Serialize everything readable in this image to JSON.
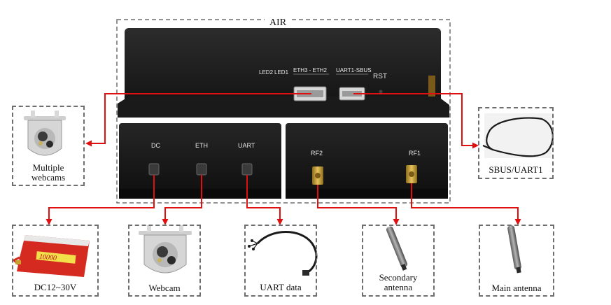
{
  "title": "AIR",
  "top_panel": {
    "led2": "LED2",
    "led1": "LED1",
    "eth_port": "ETH3 - ETH2",
    "uart_port": "UART1-SBUS",
    "rst": "RST"
  },
  "left_panel": {
    "dc": "DC",
    "eth": "ETH",
    "uart": "UART"
  },
  "right_panel": {
    "rf2": "RF2",
    "rf1": "RF1"
  },
  "peripherals": {
    "multiple_webcams": [
      "Multiple",
      "webcams"
    ],
    "sbus_uart1": "SBUS/UART1",
    "battery": "DC12~30V",
    "battery_print": "10000",
    "webcam": "Webcam",
    "uart_data": "UART data",
    "secondary_antenna": [
      "Secondary",
      "antenna"
    ],
    "main_antenna": "Main antenna"
  },
  "colors": {
    "connector": "#e01010",
    "device": "#1b1b1b",
    "device_text": "#e8e8e8",
    "dash": "#6e6e6e",
    "battery": "#d42a20"
  }
}
